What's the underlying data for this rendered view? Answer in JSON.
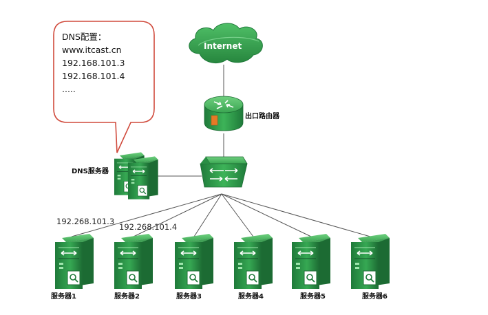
{
  "callout": {
    "lines": [
      "DNS配置：",
      "www.itcast.cn",
      "192.168.101.3",
      "192.168.101.4",
      "....."
    ]
  },
  "cloud": {
    "label": "Internet"
  },
  "router": {
    "label": "出口路由器"
  },
  "dns_server": {
    "label": "DNS服务器"
  },
  "server_ips": {
    "server1": "192.268.101.3",
    "server2": "192.268.101.4"
  },
  "servers": [
    {
      "label": "服务器1"
    },
    {
      "label": "服务器2"
    },
    {
      "label": "服务器3"
    },
    {
      "label": "服务器4"
    },
    {
      "label": "服务器5"
    },
    {
      "label": "服务器6"
    }
  ],
  "colors": {
    "device_green": "#2e9a4c",
    "device_dark": "#1d6e34",
    "device_light": "#5cc46f",
    "callout_border": "#d04a3c",
    "link_line": "#555555",
    "router_port": "#e57a26"
  }
}
